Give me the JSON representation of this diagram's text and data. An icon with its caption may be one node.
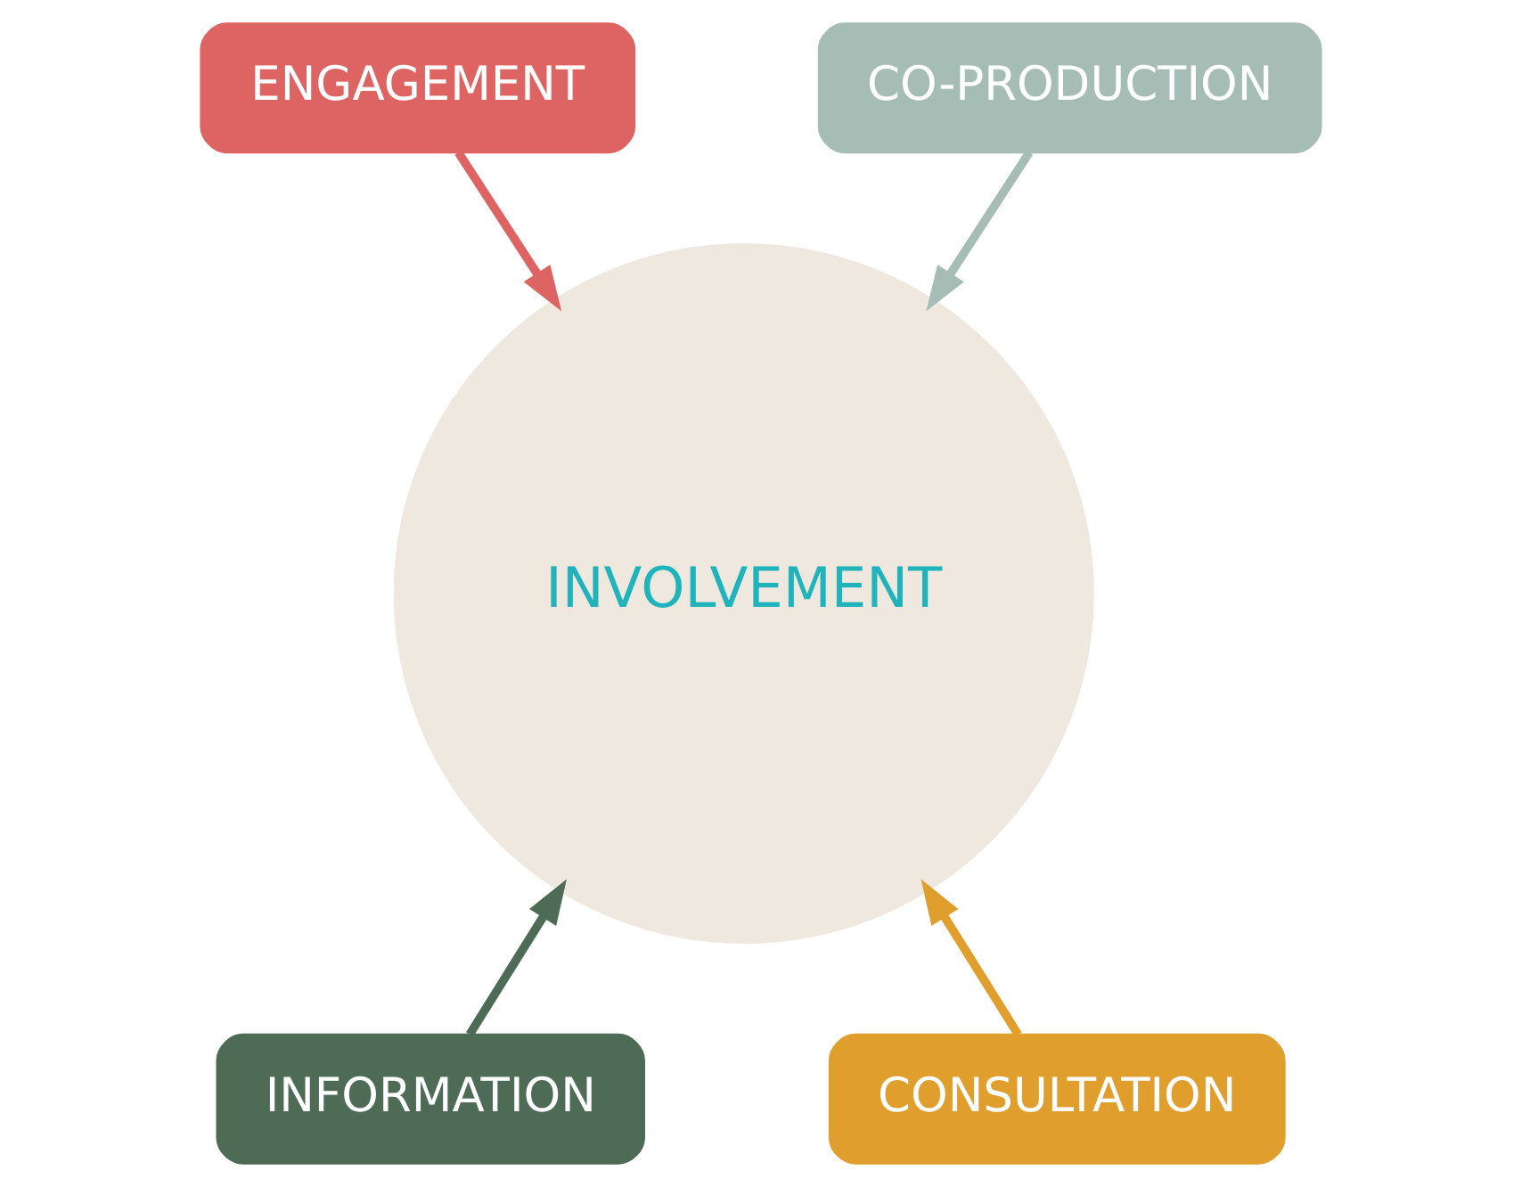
{
  "diagram": {
    "nodes": [
      {
        "text": [
          "ENGAGEMENT"
        ]
      },
      {
        "text": [
          "CO-PRODUCTION"
        ]
      },
      {
        "text": [
          "INVOLVEMENT"
        ]
      },
      {
        "text": [
          "INFORMATION"
        ]
      },
      {
        "text": [
          "CONSULTATION"
        ]
      }
    ],
    "edges": [
      {
        "from": 0,
        "to": 2,
        "arrow": "to",
        "color": "#dd6462"
      },
      {
        "from": 1,
        "to": 2,
        "arrow": "to",
        "color": "#a6bdb6"
      },
      {
        "from": 3,
        "to": 2,
        "arrow": "to",
        "color": "#4d6b55"
      },
      {
        "from": 4,
        "to": 2,
        "arrow": "to",
        "color": "#e09f2c"
      }
    ]
  }
}
